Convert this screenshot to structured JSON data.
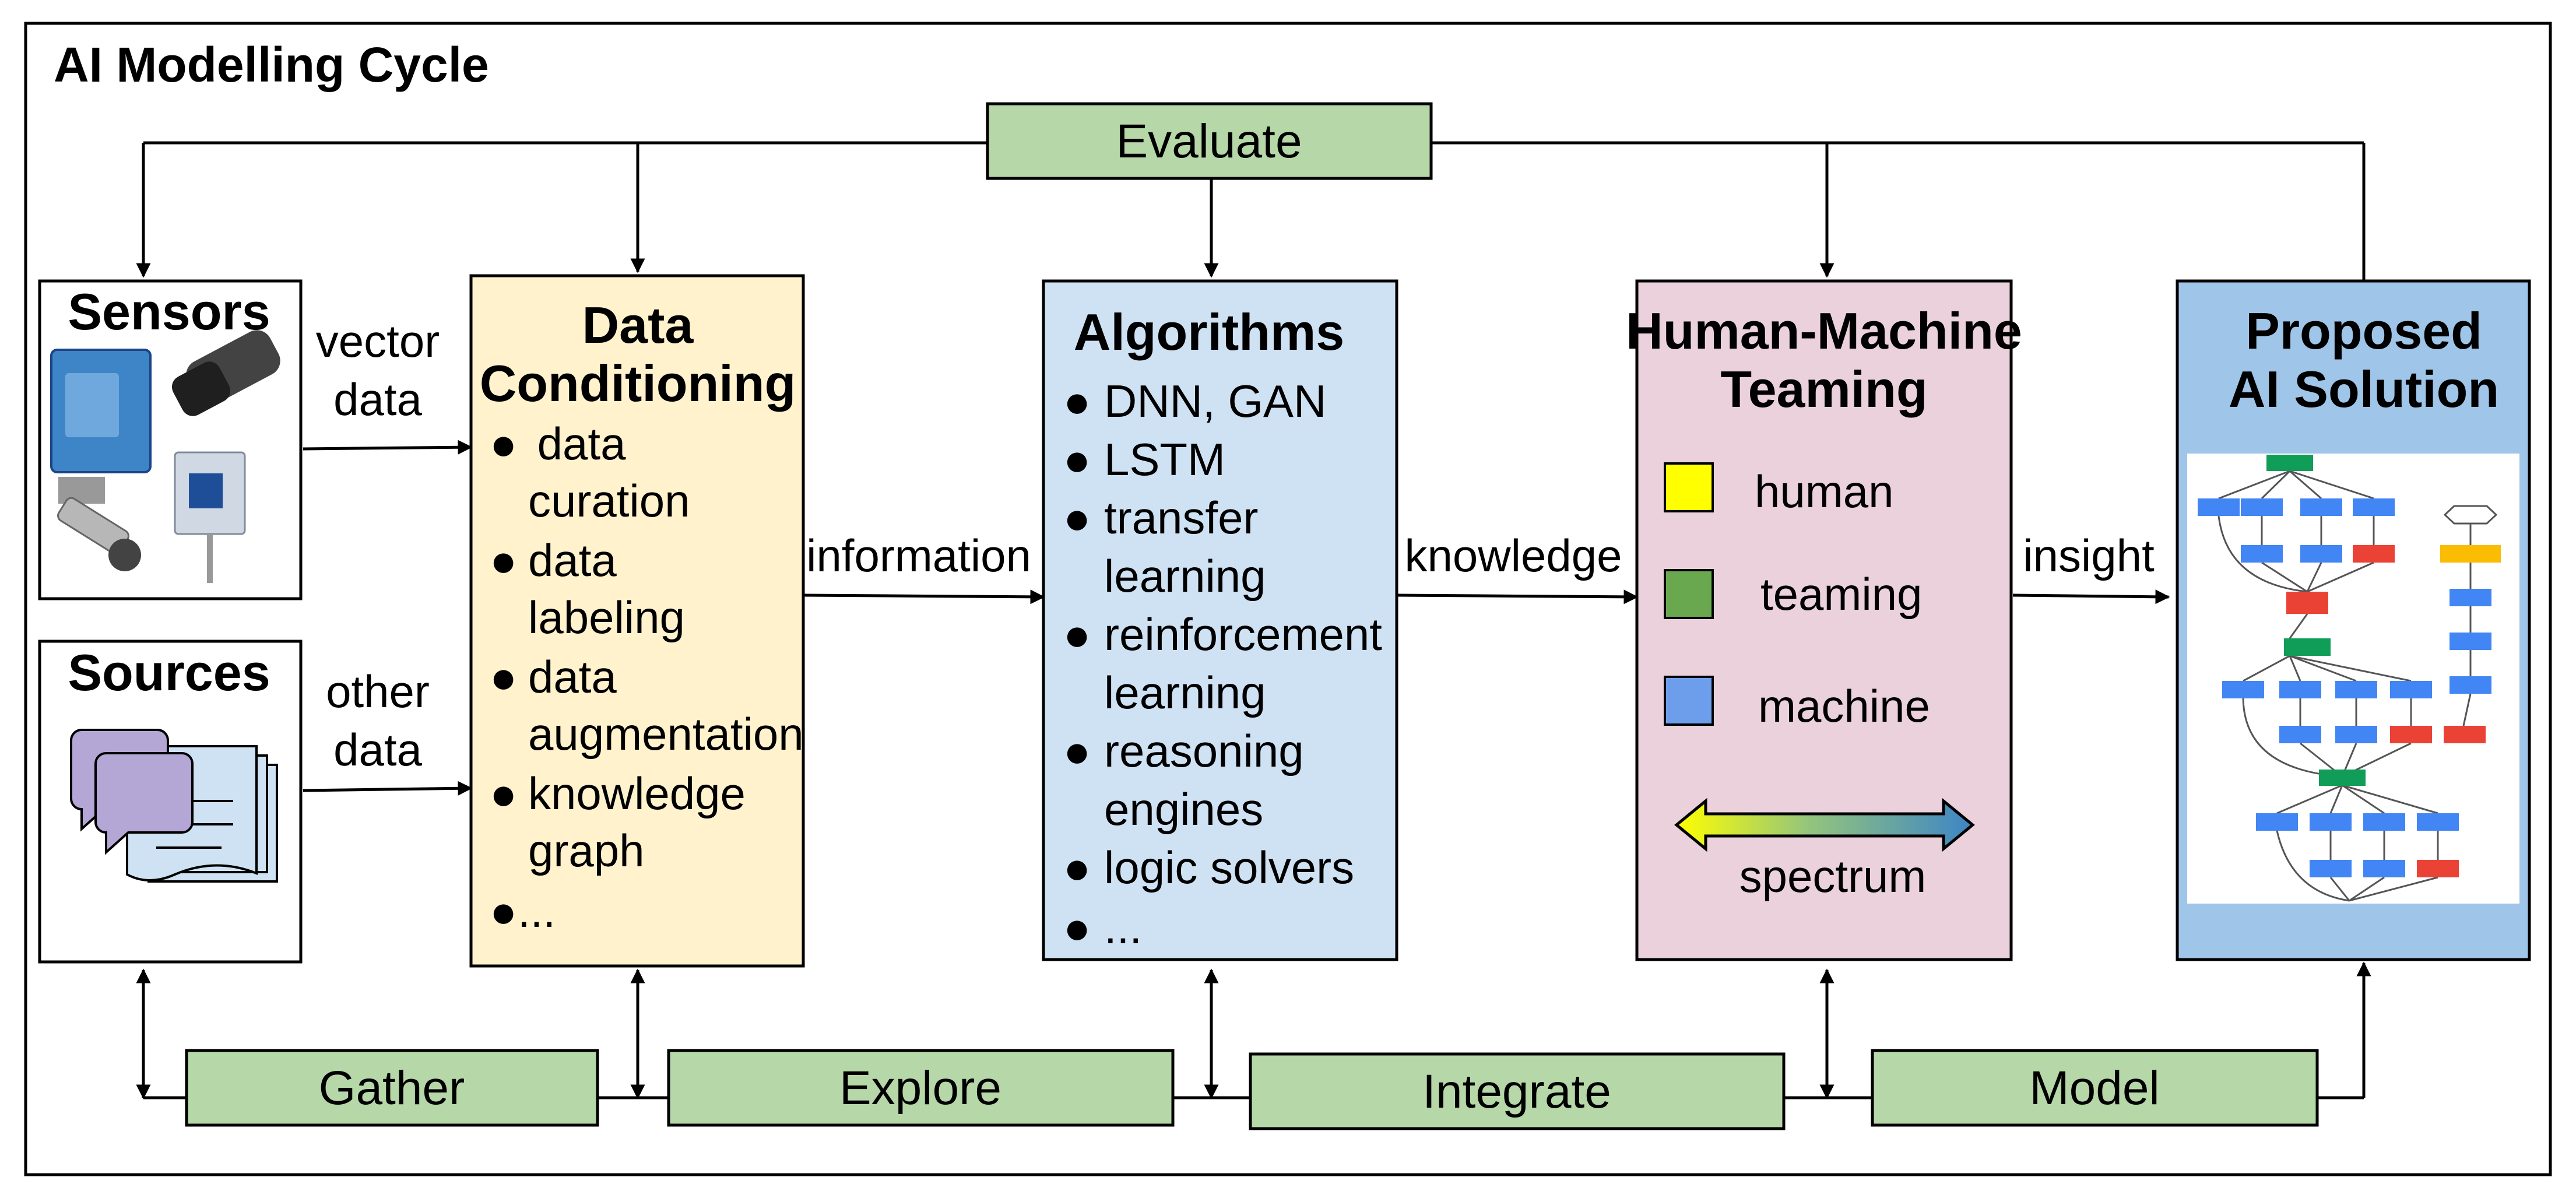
{
  "title": "AI Modelling Cycle",
  "stages": {
    "evaluate": "Evaluate",
    "gather": "Gather",
    "explore": "Explore",
    "integrate": "Integrate",
    "model": "Model"
  },
  "boxes": {
    "sensors": {
      "title": "Sensors"
    },
    "sources": {
      "title": "Sources"
    },
    "data_conditioning": {
      "title_lines": [
        "Data",
        "Conditioning"
      ],
      "bullet": "●",
      "items": [
        {
          "lines": [
            " data",
            "curation"
          ]
        },
        {
          "lines": [
            "data",
            "labeling"
          ]
        },
        {
          "lines": [
            "data",
            "augmentation"
          ]
        },
        {
          "lines": [
            "knowledge",
            "graph"
          ]
        },
        {
          "lines": [
            "..."
          ]
        }
      ]
    },
    "algorithms": {
      "title": "Algorithms",
      "bullet": "●",
      "items": [
        {
          "lines": [
            "DNN, GAN"
          ]
        },
        {
          "lines": [
            "LSTM"
          ]
        },
        {
          "lines": [
            "transfer",
            "learning"
          ]
        },
        {
          "lines": [
            "reinforcement",
            "learning"
          ]
        },
        {
          "lines": [
            "reasoning",
            "engines"
          ]
        },
        {
          "lines": [
            "logic solvers"
          ]
        },
        {
          "lines": [
            "..."
          ]
        }
      ]
    },
    "teaming": {
      "title_lines": [
        "Human-Machine",
        "Teaming"
      ],
      "legend": [
        {
          "label": "human",
          "color": "#ffff00"
        },
        {
          "label": "teaming",
          "color": "#6aa84f"
        },
        {
          "label": "machine",
          "color": "#6d9eeb"
        }
      ],
      "spectrum_label": "spectrum"
    },
    "solution": {
      "title_lines": [
        "Proposed",
        "AI Solution"
      ]
    }
  },
  "edges": {
    "vector_data": [
      "vector",
      "data"
    ],
    "other_data": [
      "other",
      "data"
    ],
    "information": "information",
    "knowledge": "knowledge",
    "insight": "insight"
  },
  "colors": {
    "stage_fill": "#b6d7a8",
    "conditioning_fill": "#fff2cc",
    "algorithms_fill": "#cfe2f3",
    "teaming_fill": "#ead1dc",
    "solution_fill": "#9fc5e8",
    "sensor_blue": "#3d85c6",
    "doc_fill": "#cfe2f3",
    "bubble_fill": "#b4a7d6"
  }
}
